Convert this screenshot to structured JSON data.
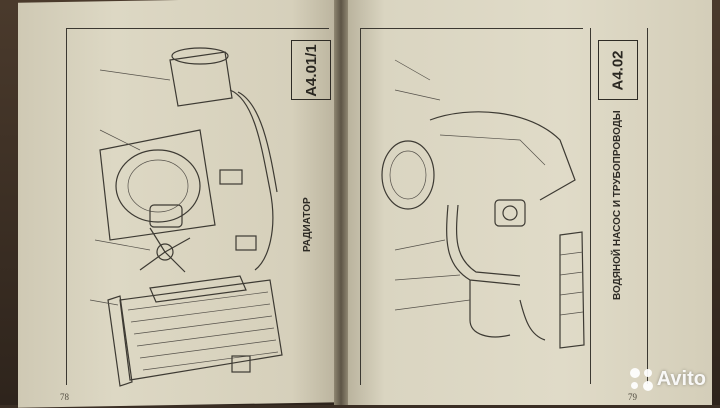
{
  "left_page": {
    "code": "A4.01/1",
    "title": "РАДИАТОР",
    "page_number": "78"
  },
  "right_page": {
    "code": "A4.02",
    "title": "ВОДЯНОЙ НАСОС И ТРУБОПРОВОДЫ",
    "page_number": "79"
  },
  "watermark": {
    "text": "Avito"
  }
}
